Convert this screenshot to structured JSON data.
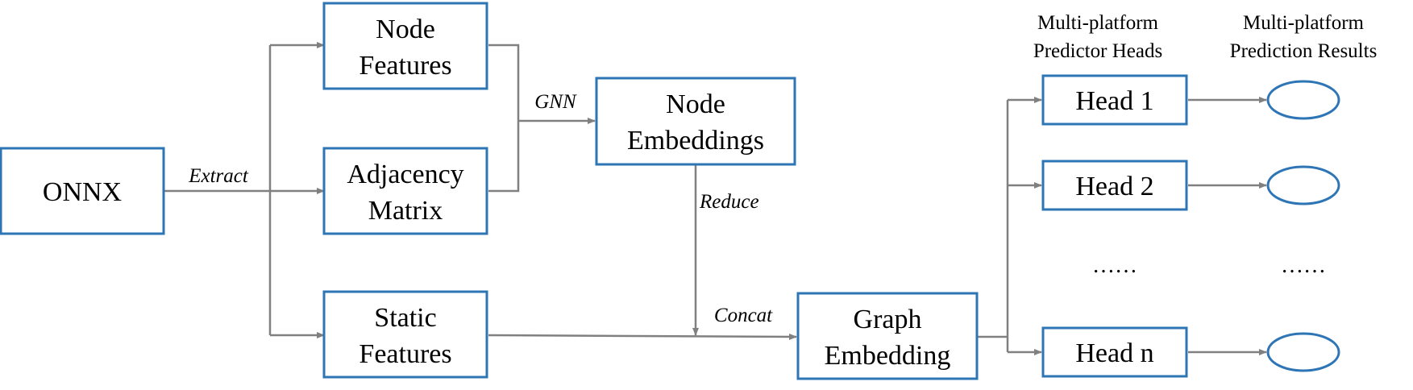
{
  "nodes": {
    "onnx": "ONNX",
    "node_features": [
      "Node",
      "Features"
    ],
    "adjacency_matrix": [
      "Adjacency",
      "Matrix"
    ],
    "static_features": [
      "Static",
      "Features"
    ],
    "node_embeddings": [
      "Node",
      "Embeddings"
    ],
    "graph_embedding": [
      "Graph",
      "Embedding"
    ],
    "heads": [
      "Head 1",
      "Head 2",
      "Head n"
    ],
    "heads_ellipsis": "……",
    "results_ellipsis": "……"
  },
  "edge_labels": {
    "extract": "Extract",
    "gnn": "GNN",
    "reduce": "Reduce",
    "concat": "Concat"
  },
  "column_headers": {
    "heads": [
      "Multi-platform",
      "Predictor Heads"
    ],
    "results": [
      "Multi-platform",
      "Prediction Results"
    ]
  },
  "colors": {
    "box_stroke": "#2e75b6",
    "arrow": "#808080",
    "text": "#000000"
  }
}
